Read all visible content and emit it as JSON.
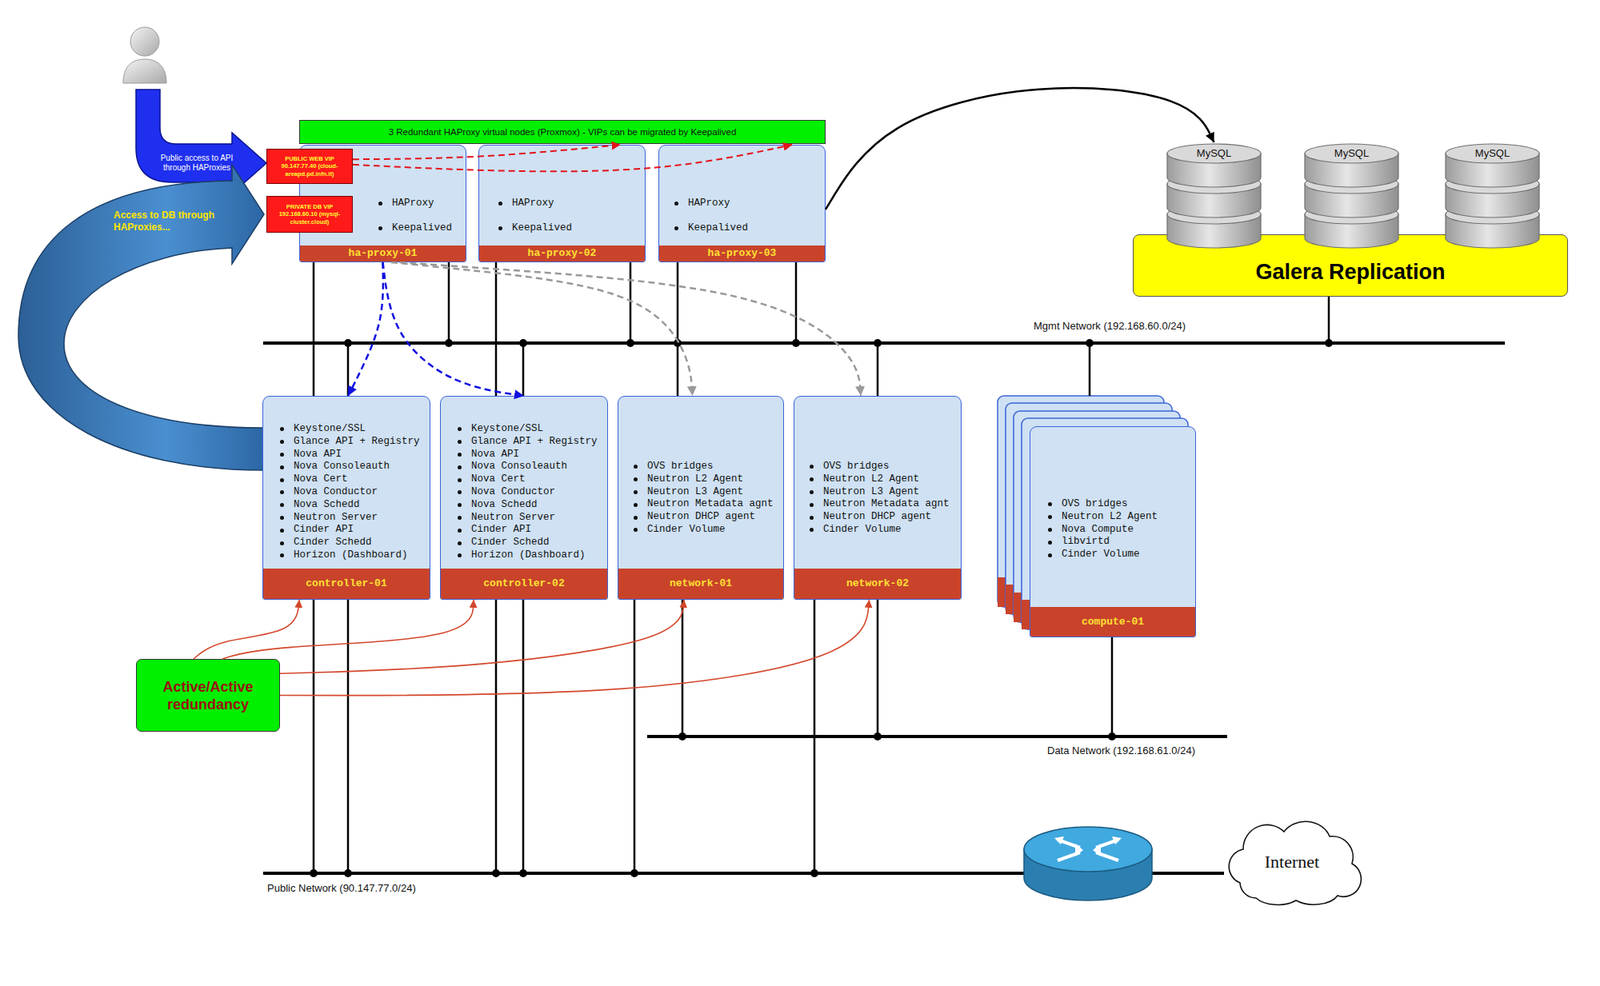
{
  "diagram": {
    "nodes": [
      {
        "text": [
          "3 Redundant HAProxy virtual nodes (Proxmox) - VIPs can be migrated by Keepalived"
        ]
      },
      {
        "text": [
          "HAProxy",
          "Keepalived",
          "ha-proxy-01"
        ]
      },
      {
        "text": [
          "PUBLIC WEB VIP 90.147.77.40 (cloud-areapd.pd.infn.it)"
        ],
        "in": 1
      },
      {
        "text": [
          "PRIVATE DB VIP 192.168.60.10 (mysql-cluster.cloud)"
        ],
        "in": 1
      },
      {
        "text": [
          "HAProxy",
          "Keepalived",
          "ha-proxy-02"
        ]
      },
      {
        "text": [
          "HAProxy",
          "Keepalived",
          "ha-proxy-03"
        ]
      },
      {
        "text": [
          "Galera Replication"
        ]
      },
      {
        "text": [
          "MySQL"
        ]
      },
      {
        "text": [
          "MySQL"
        ]
      },
      {
        "text": [
          "MySQL"
        ]
      },
      {
        "text": [
          "Keystone/SSL",
          "Glance API + Registry",
          "Nova API",
          "Nova Consoleauth",
          "Nova Cert",
          "Nova Conductor",
          "Nova Schedd",
          "Neutron Server",
          "Cinder API",
          "Cinder Schedd",
          "Horizon (Dashboard)",
          "controller-01"
        ]
      },
      {
        "text": [
          "Keystone/SSL",
          "Glance API + Registry",
          "Nova API",
          "Nova Consoleauth",
          "Nova Cert",
          "Nova Conductor",
          "Nova Schedd",
          "Neutron Server",
          "Cinder API",
          "Cinder Schedd",
          "Horizon (Dashboard)",
          "controller-02"
        ]
      },
      {
        "text": [
          "OVS bridges",
          "Neutron L2 Agent",
          "Neutron L3 Agent",
          "Neutron Metadata agnt",
          "Neutron DHCP agent",
          "Cinder Volume",
          "network-01"
        ]
      },
      {
        "text": [
          "OVS bridges",
          "Neutron L2 Agent",
          "Neutron L3 Agent",
          "Neutron Metadata agnt",
          "Neutron DHCP agent",
          "Cinder Volume",
          "network-02"
        ]
      },
      {
        "text": [
          "OVS bridges",
          "Neutron L2 Agent",
          "Nova Compute",
          "libvirtd",
          "Cinder Volume",
          "compute-01"
        ]
      },
      {
        "text": [
          "Active/Active redundancy"
        ]
      },
      {
        "text": [
          "Internet"
        ]
      }
    ],
    "edges": [
      {
        "from": 2,
        "to": 4,
        "arrow": "to"
      },
      {
        "from": 2,
        "to": 5,
        "arrow": "to"
      },
      {
        "from": 5,
        "to": 7,
        "arrow": "to"
      },
      {
        "from": 1,
        "to": 10,
        "arrow": "to"
      },
      {
        "from": 1,
        "to": 11,
        "arrow": "to"
      },
      {
        "from": 1,
        "to": 12,
        "arrow": "to"
      },
      {
        "from": 1,
        "to": 13,
        "arrow": "to"
      },
      {
        "from": 15,
        "to": 10,
        "arrow": "to"
      },
      {
        "from": 15,
        "to": 11,
        "arrow": "to"
      },
      {
        "from": 15,
        "to": 12,
        "arrow": "to"
      },
      {
        "from": 15,
        "to": 13,
        "arrow": "to"
      }
    ],
    "labels": [
      "Public access to API through HAProxies",
      "Access to DB through HAProxies...",
      "Mgmt Network (192.168.60.0/24)",
      "Data Network (192.168.61.0/24)",
      "Public Network (90.147.77.0/24)"
    ]
  }
}
